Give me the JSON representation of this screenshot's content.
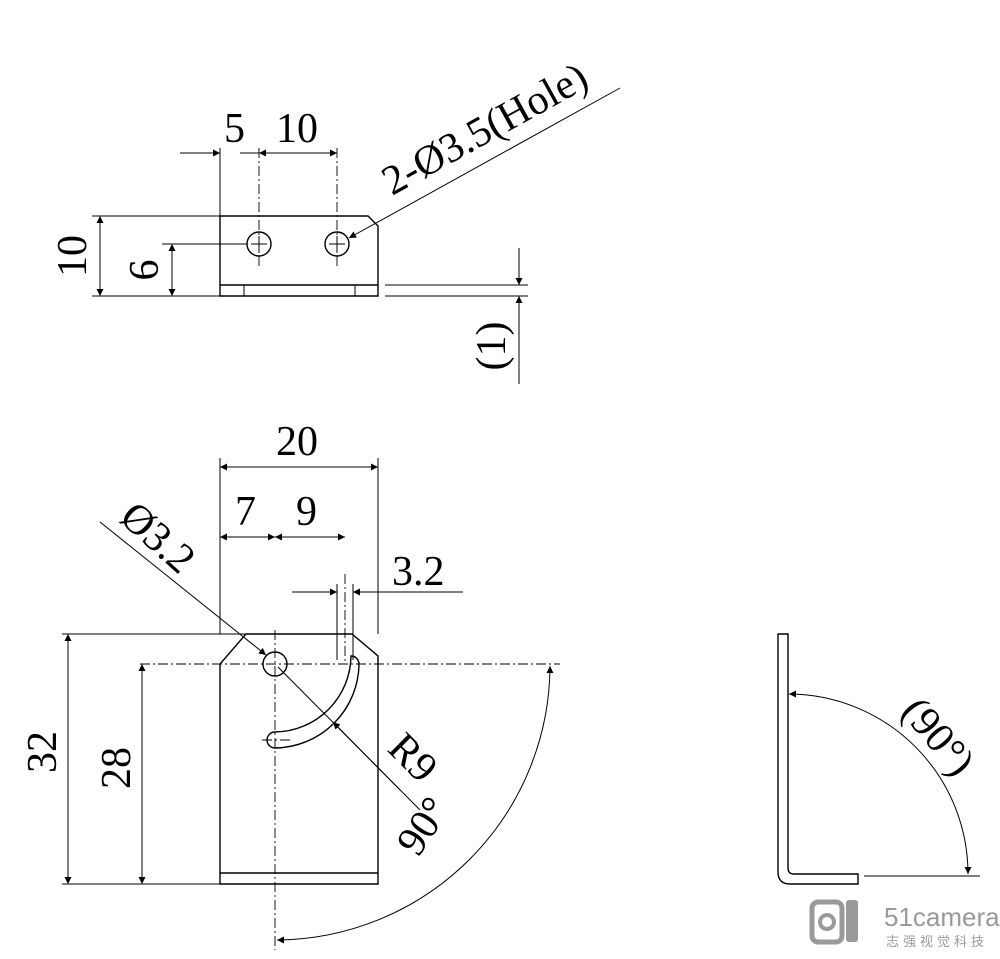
{
  "top_view": {
    "dim_left_offset": "5",
    "dim_hole_spacing": "10",
    "dim_height": "10",
    "dim_hole_height": "6",
    "dim_thickness": "(1)",
    "hole_callout": "2-Ø3.5(Hole)"
  },
  "front_view": {
    "dim_width": "20",
    "dim_hole_offset": "7",
    "dim_slot_offset": "9",
    "dim_slot_width": "3.2",
    "dim_hole_diameter": "Ø3.2",
    "dim_height_total": "32",
    "dim_height_hole": "28",
    "dim_radius": "R9",
    "dim_angle": "90°"
  },
  "side_view": {
    "dim_angle": "(90°)"
  },
  "watermark": {
    "logo_text": "51camera",
    "sub_text": "志强视觉科技"
  }
}
